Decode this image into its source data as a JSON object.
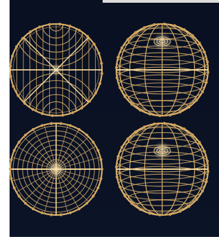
{
  "image": {
    "description_kind": "illustration",
    "colors": {
      "page": "#ffffff",
      "panel_top": "#091022",
      "panel_bottom": "#0b1326",
      "wire": "#d9b06a",
      "wire_highlight": "#f4d79a",
      "knob": "#cfa05a"
    },
    "spheres": [
      {
        "id": "top-left",
        "style": "polar-lobes"
      },
      {
        "id": "top-right",
        "style": "globe-grid"
      },
      {
        "id": "bottom-left",
        "style": "concentric-radial"
      },
      {
        "id": "bottom-right",
        "style": "globe-grid"
      }
    ]
  }
}
